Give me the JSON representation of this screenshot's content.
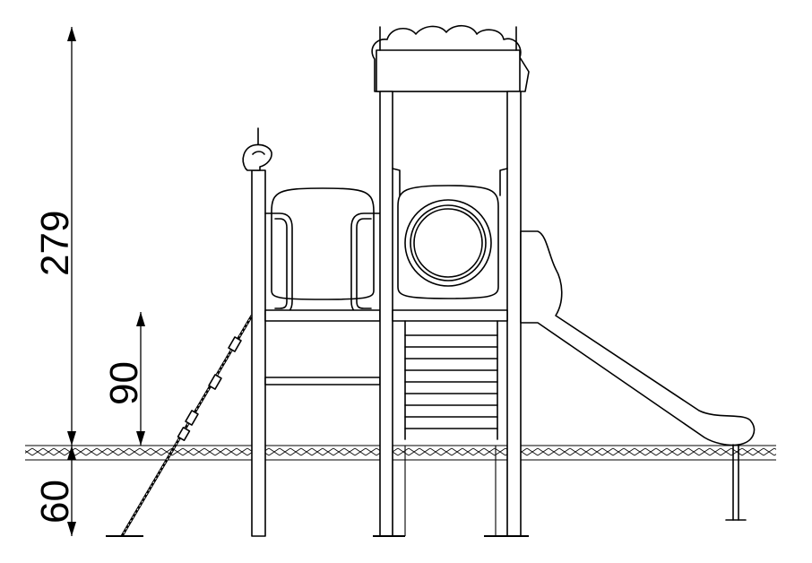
{
  "dimensions": {
    "total_height": "279",
    "platform_height": "90",
    "foundation_depth": "60"
  },
  "colors": {
    "line": "#000000",
    "background": "#ffffff"
  }
}
